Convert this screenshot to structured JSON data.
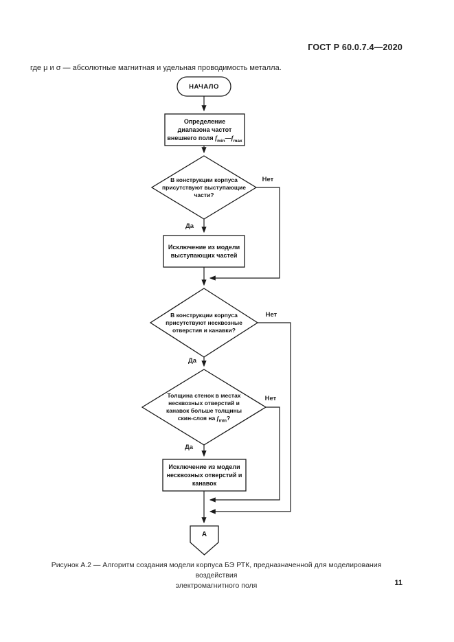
{
  "page": {
    "header": "ГОСТ Р 60.0.7.4—2020",
    "intro": "где μ  и  σ — абсолютные магнитная и удельная проводимость металла.",
    "caption_line1": "Рисунок А.2 — Алгоритм создания модели корпуса БЭ РТК, предназначенной для моделирования воздействия",
    "caption_line2": "электромагнитного поля",
    "page_number": "11"
  },
  "flowchart": {
    "start_label": "НАЧАЛО",
    "rect_define": {
      "line1": "Определение",
      "line2": "диапазона частот",
      "line3_prefix": "внешнего поля ",
      "f1": "f",
      "sub_min": "min",
      "dash": "—",
      "f2": "f",
      "sub_max": "max"
    },
    "diamond_protruding": {
      "line1": "В конструкции корпуса",
      "line2": "присутствуют выступающие",
      "line3": "части?"
    },
    "rect_exclude_protruding": {
      "line1": "Исключение из модели",
      "line2": "выступающих частей"
    },
    "diamond_holes": {
      "line1": "В конструкции корпуса",
      "line2": "присутствуют несквозные",
      "line3": "отверстия и канавки?"
    },
    "diamond_thickness": {
      "line1": "Толщина стенок в местах",
      "line2": "несквозных отверстий и",
      "line3": "канавок больше толщины",
      "line4_prefix": "скин-слоя на ",
      "f": "f",
      "sub_min": "min",
      "line4_suffix": "?"
    },
    "rect_exclude_holes": {
      "line1": "Исключение из модели",
      "line2": "несквозных отверстий и",
      "line3": "канавок"
    },
    "connector_label": "А",
    "branch_labels": {
      "yes1": "Да",
      "no1": "Нет",
      "yes2": "Да",
      "no2": "Нет",
      "yes3": "Да",
      "no3": "Нет"
    }
  },
  "colors": {
    "line": "#1a1a1a",
    "background": "#ffffff"
  }
}
